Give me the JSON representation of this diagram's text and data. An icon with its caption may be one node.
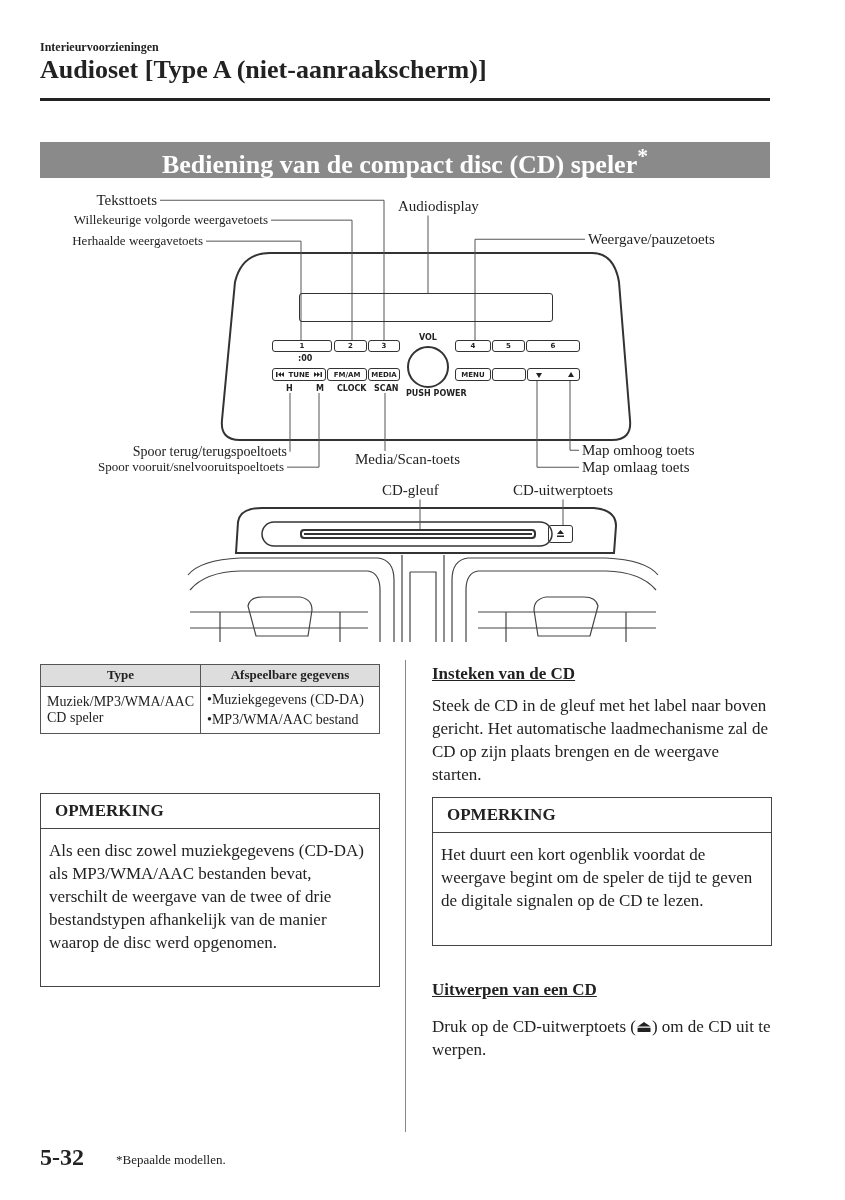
{
  "diagram": {
    "title": "Audioset [Type A (niet-aanraakscherm)]",
    "nodes": [
      {
        "text": [
          "Teksttoets"
        ]
      },
      {
        "text": [
          "Willekeurige volgorde weergavetoets"
        ]
      },
      {
        "text": [
          "Herhaalde weergavetoets"
        ]
      },
      {
        "text": [
          "Audiodisplay"
        ]
      },
      {
        "text": [
          "Weergave/pauzetoets"
        ]
      },
      {
        "text": [],
        "shape": "box"
      },
      {
        "text": [
          "1"
        ],
        "beside": [
          ":00"
        ]
      },
      {
        "text": [
          "2"
        ]
      },
      {
        "text": [
          "3"
        ]
      },
      {
        "text": [
          "4"
        ]
      },
      {
        "text": [
          "5"
        ]
      },
      {
        "text": [
          "6"
        ]
      },
      {
        "text": [
          "TUNE"
        ],
        "beside": [
          "H",
          "M"
        ]
      },
      {
        "text": [
          "FM/AM"
        ],
        "beside": [
          "CLOCK"
        ]
      },
      {
        "text": [
          "MEDIA"
        ],
        "beside": [
          "SCAN"
        ]
      },
      {
        "text": [],
        "shape": "circle",
        "beside": [
          "VOL",
          "PUSH POWER"
        ]
      },
      {
        "text": [
          "MENU"
        ]
      },
      {
        "text": [],
        "shape": "box"
      },
      {
        "text": [],
        "shape": "box"
      },
      {
        "text": [
          "Spoor terug/terugspoeltoets"
        ]
      },
      {
        "text": [
          "Spoor vooruit/snelvooruitspoeltoets"
        ]
      },
      {
        "text": [
          "Media/Scan-toets"
        ]
      },
      {
        "text": [
          "Map omhoog toets"
        ]
      },
      {
        "text": [
          "Map omlaag toets"
        ]
      },
      {
        "text": [
          "CD-gleuf"
        ]
      },
      {
        "text": [
          "CD-uitwerptoets"
        ]
      },
      {
        "text": [],
        "shape": "bar"
      },
      {
        "text": [],
        "shape": "box"
      },
      {
        "text": [
          "OPMERKING",
          "Als een disc zowel muziekgegevens (CD-DA) als MP3/WMA/AAC bestanden bevat, verschilt de weergave van de twee of drie bestandstypen afhankelijk van de manier waarop de disc werd opgenomen."
        ]
      },
      {
        "text": [
          "OPMERKING",
          "Het duurt een kort ogenblik voordat de weergave begint om de speler de tijd te geven de digitale signalen op de CD te lezen."
        ]
      }
    ],
    "edges": [
      {
        "from": 0,
        "to": 8,
        "arrow": "none"
      },
      {
        "from": 1,
        "to": 7,
        "arrow": "none"
      },
      {
        "from": 2,
        "to": 6,
        "arrow": "none"
      },
      {
        "from": 3,
        "to": 5,
        "arrow": "none"
      },
      {
        "from": 4,
        "to": 9,
        "arrow": "none"
      },
      {
        "from": 19,
        "to": 12,
        "arrow": "none"
      },
      {
        "from": 20,
        "to": 12,
        "arrow": "none"
      },
      {
        "from": 21,
        "to": 14,
        "arrow": "none"
      },
      {
        "from": 22,
        "to": 18,
        "arrow": "none"
      },
      {
        "from": 23,
        "to": 18,
        "arrow": "none"
      },
      {
        "from": 24,
        "to": 26,
        "arrow": "none"
      },
      {
        "from": 25,
        "to": 27,
        "arrow": "none"
      }
    ],
    "labels": [
      "Interieurvoorzieningen",
      "Bediening van de compact disc (CD) speler$^{*}$",
      "Type",
      "Afspeelbare gegevens",
      "Muziek/MP3/WMA/AAC CD speler",
      "•Muziekgegevens (CD-DA)",
      "•MP3/WMA/AAC bestand",
      "Insteken van de CD",
      "Steek de CD in de gleuf met het label naar boven gericht. Het automatische laadmechanisme zal de CD op zijn plaats brengen en de weergave starten.",
      "Uitwerpen van een CD",
      "Druk op de CD-uitwerptoets (⏏) om de CD uit te werpen.",
      "5-32",
      "*Bepaalde modellen."
    ]
  }
}
